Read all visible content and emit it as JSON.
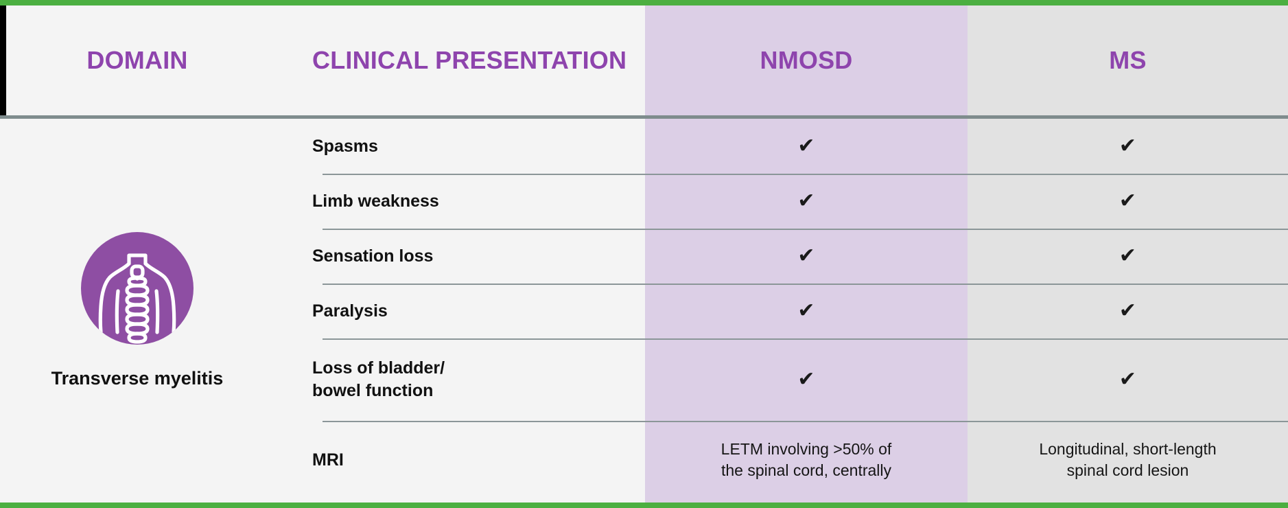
{
  "colors": {
    "accent_purple": "#8e44ad",
    "icon_purple": "#8e4ea3",
    "green_border": "#4caf41",
    "nmosd_column": "#dccfe6",
    "ms_column": "#e2e2e2",
    "page_background": "#f4f4f4",
    "divider_gray": "#8b9698",
    "header_divider_gray": "#7f8c8d",
    "text_black": "#111111"
  },
  "header": {
    "domain": "DOMAIN",
    "clinical_presentation": "CLINICAL PRESENTATION",
    "nmosd": "NMOSD",
    "ms": "MS"
  },
  "domain": {
    "icon_name": "spine-torso-icon",
    "caption": "Transverse myelitis"
  },
  "glyphs": {
    "check": "✔"
  },
  "rows": [
    {
      "presentation": "Spasms",
      "nmosd": "✔",
      "ms": "✔",
      "type": "check"
    },
    {
      "presentation": "Limb weakness",
      "nmosd": "✔",
      "ms": "✔",
      "type": "check"
    },
    {
      "presentation": "Sensation loss",
      "nmosd": "✔",
      "ms": "✔",
      "type": "check"
    },
    {
      "presentation": "Paralysis",
      "nmosd": "✔",
      "ms": "✔",
      "type": "check"
    },
    {
      "presentation": "Loss of bladder/ bowel function",
      "presentation_line1": "Loss of bladder/",
      "presentation_line2": "bowel function",
      "nmosd": "✔",
      "ms": "✔",
      "type": "check"
    },
    {
      "presentation": "MRI",
      "nmosd": "LETM involving >50% of the spinal cord, centrally",
      "nmosd_line1": "LETM involving >50% of",
      "nmosd_line2": "the spinal cord, centrally",
      "ms": "Longitudinal, short-length spinal cord lesion",
      "ms_line1": "Longitudinal, short-length",
      "ms_line2": "spinal cord lesion",
      "type": "text"
    }
  ]
}
